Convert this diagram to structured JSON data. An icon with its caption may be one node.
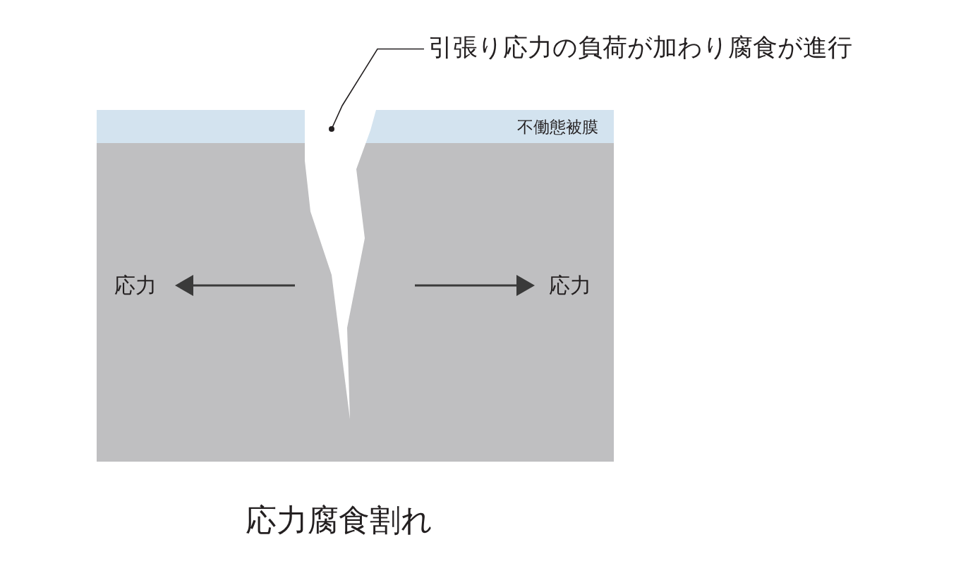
{
  "diagram": {
    "caption": "応力腐食割れ",
    "nodes": [
      {
        "text": [
          "引張り応力の負荷が加わり腐食が進行"
        ]
      },
      {
        "text": [],
        "shape": "crack"
      },
      {
        "text": [
          "不働態被膜"
        ]
      }
    ],
    "edges": [
      {
        "from": 0,
        "to": 1,
        "arrow": "other"
      }
    ],
    "labels": [
      "応力",
      "応力"
    ]
  }
}
